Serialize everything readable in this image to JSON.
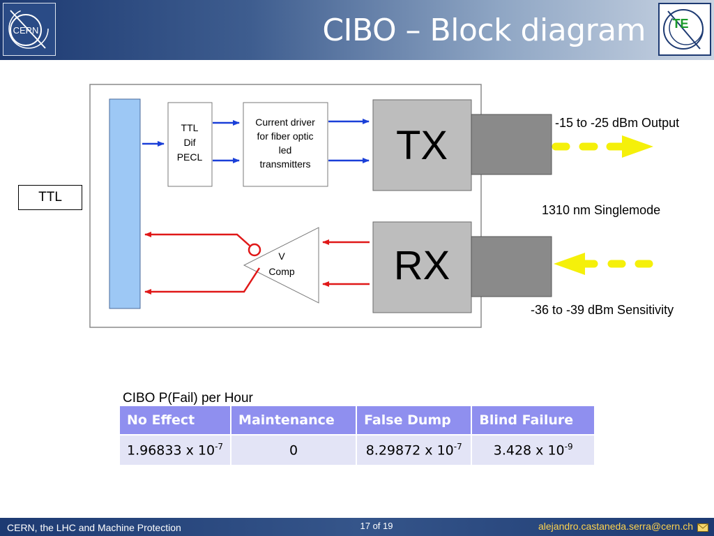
{
  "header": {
    "title": "CIBO – Block diagram",
    "cern_logo_text": "CERN",
    "te_logo_text": "TE"
  },
  "diagram": {
    "ttl_box": "TTL",
    "converter_lines": [
      "TTL",
      "Dif",
      "PECL"
    ],
    "driver_lines": [
      "Current driver",
      "for fiber optic",
      "led",
      "transmitters"
    ],
    "tx_label": "TX",
    "rx_label": "RX",
    "comparator_lines": [
      "V",
      "Comp"
    ],
    "output_label": "-15 to -25 dBm Output",
    "fiber_label": "1310 nm Singlemode",
    "sensitivity_label": "-36 to -39 dBm Sensitivity"
  },
  "table": {
    "caption": "CIBO P(Fail) per Hour",
    "headers": [
      "No Effect",
      "Maintenance",
      "False Dump",
      "Blind Failure"
    ],
    "rows": [
      [
        {
          "base": "1.96833 x 10",
          "exp": "-7"
        },
        {
          "base": "0",
          "exp": ""
        },
        {
          "base": "8.29872 x 10",
          "exp": "-7"
        },
        {
          "base": "3.428 x 10",
          "exp": "-9"
        }
      ]
    ]
  },
  "footer": {
    "left_text": "CERN, the LHC and Machine Protection",
    "page": "17 of 19",
    "email": "alejandro.castaneda.serra@cern.ch"
  },
  "colors": {
    "blue_arrow": "#1a3fd8",
    "red_arrow": "#e01818",
    "bus_blue": "#9dc8f5",
    "yellow_beam": "#f5f00a",
    "module_gray": "#bdbdbd",
    "connector_gray": "#8a8a8a"
  }
}
